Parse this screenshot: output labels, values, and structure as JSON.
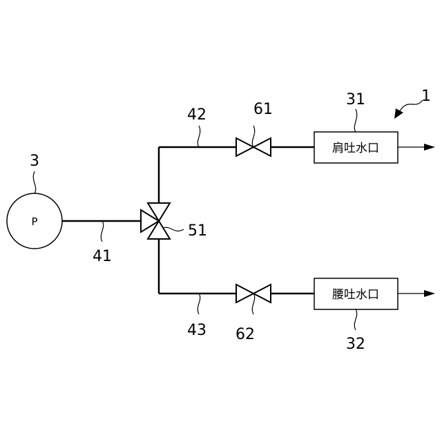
{
  "labels": {
    "system": "1",
    "pump_ref": "3",
    "pump_symbol": "P",
    "pipe_main": "41",
    "pipe_upper": "42",
    "pipe_lower": "43",
    "three_way_valve": "51",
    "valve_upper": "61",
    "valve_lower": "62",
    "outlet_upper_ref": "31",
    "outlet_lower_ref": "32"
  },
  "outlets": {
    "upper": "肩吐水口",
    "lower": "腰吐水口"
  }
}
